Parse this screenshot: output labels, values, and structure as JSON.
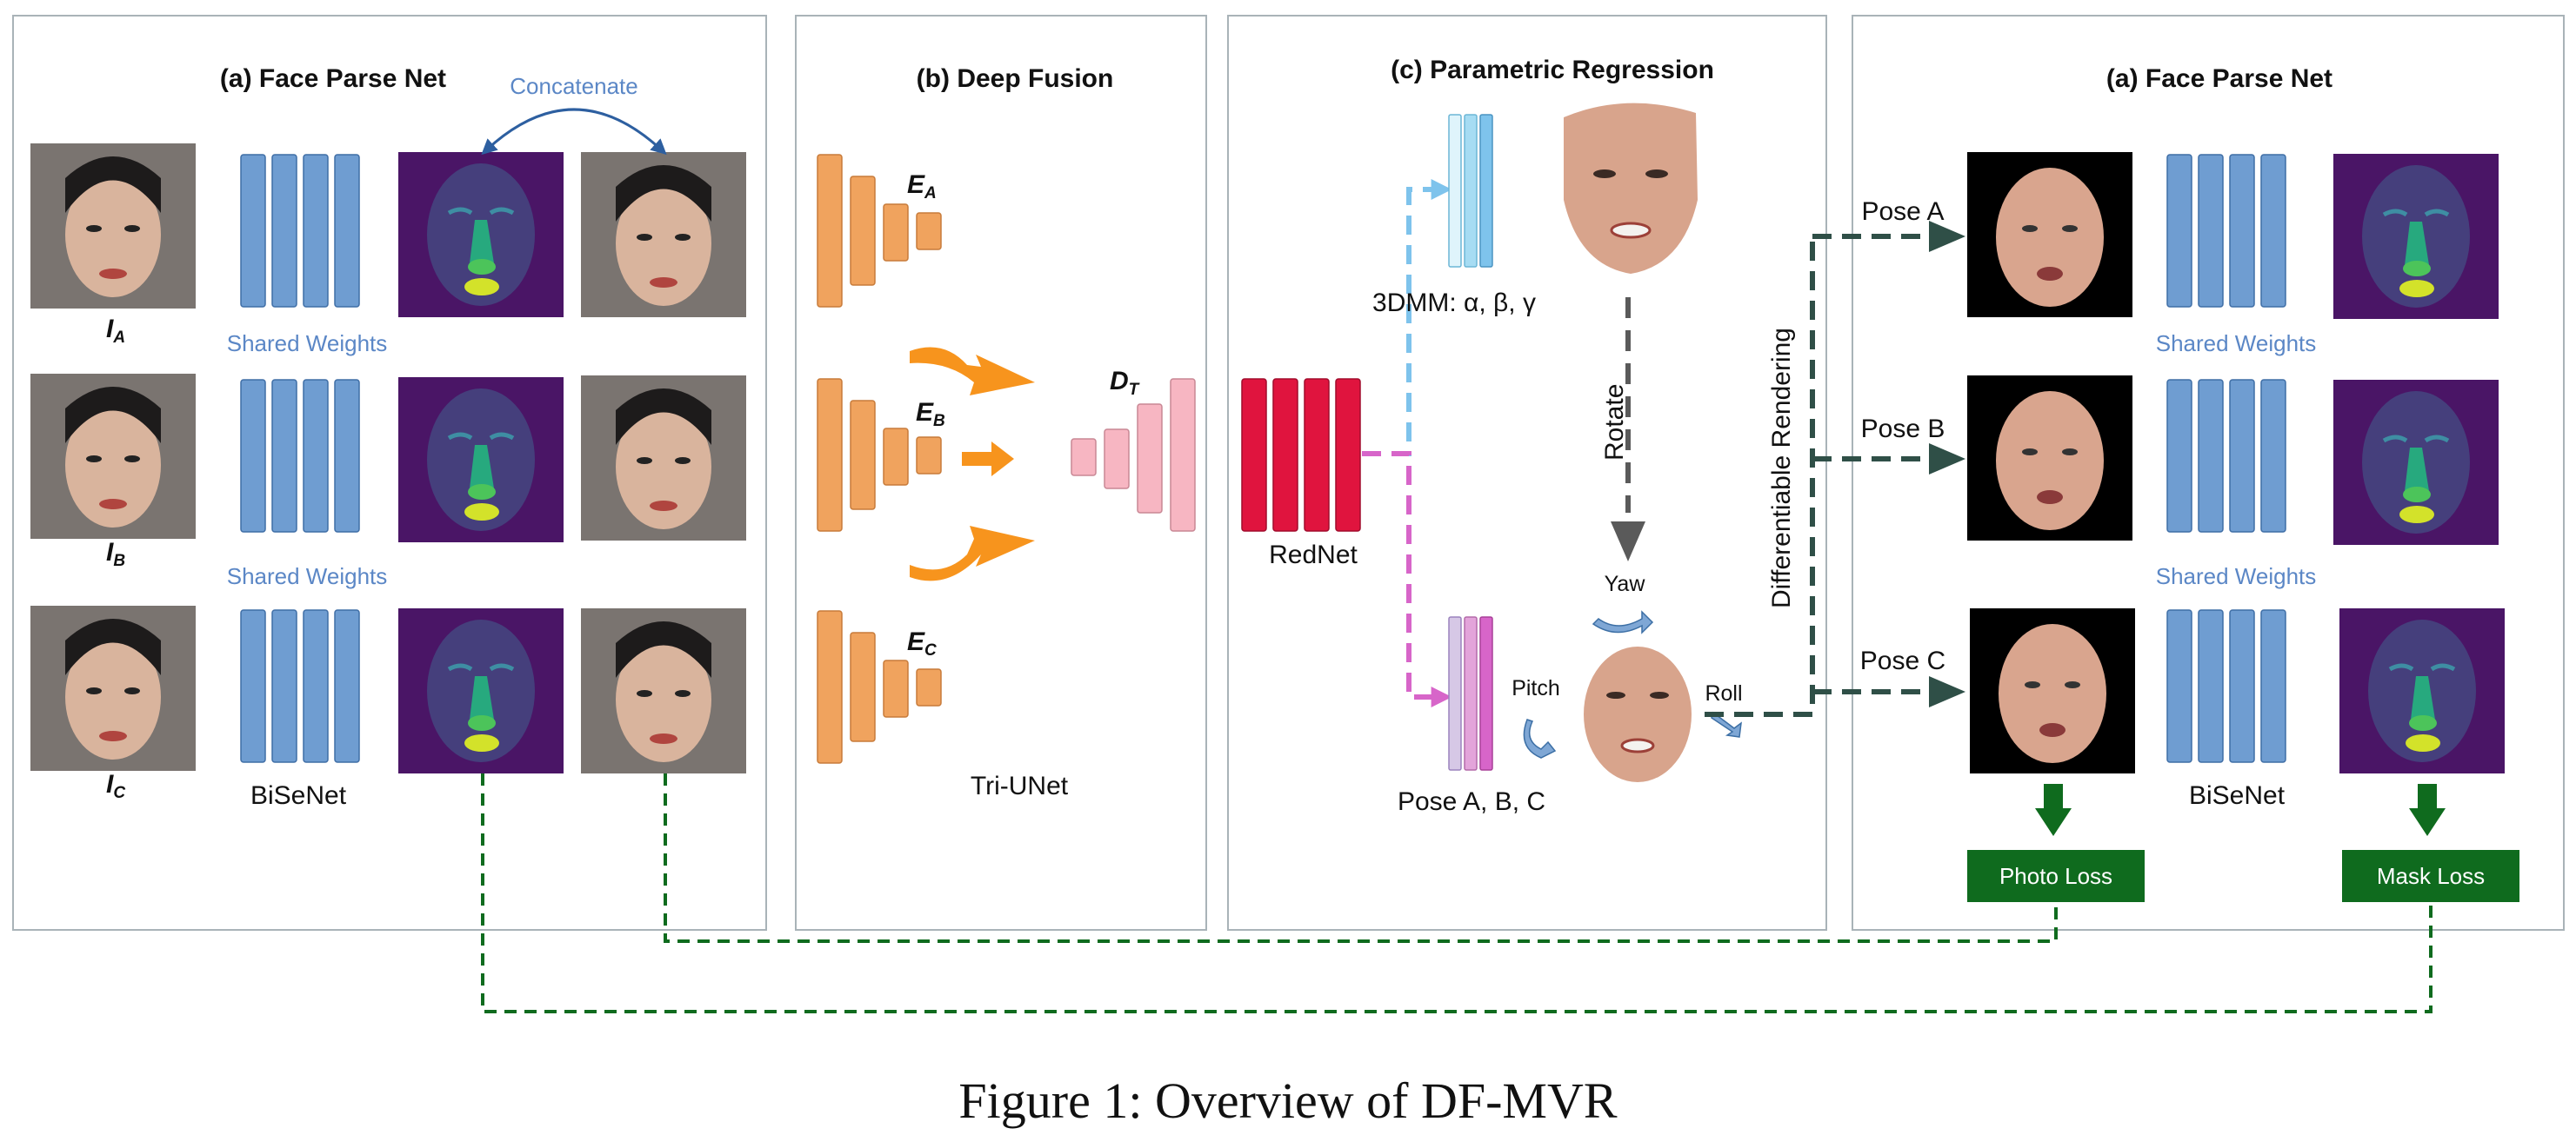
{
  "panels": {
    "face_parse_title_left": "(a) Face Parse Net",
    "deep_fusion_title": "(b) Deep Fusion",
    "parametric_regression_title": "(c) Parametric Regression",
    "face_parse_title_right": "(a) Face Parse Net"
  },
  "face_parse": {
    "concatenate": "Concatenate",
    "shared_weights_1": "Shared Weights",
    "shared_weights_2": "Shared Weights",
    "input_a": "I",
    "input_a_sub": "A",
    "input_b": "I",
    "input_b_sub": "B",
    "input_c": "I",
    "input_c_sub": "C",
    "network": "BiSeNet"
  },
  "deep_fusion": {
    "ea": "E",
    "ea_sub": "A",
    "eb": "E",
    "eb_sub": "B",
    "ec": "E",
    "ec_sub": "C",
    "dt": "D",
    "dt_sub": "T",
    "network": "Tri-UNet"
  },
  "regression": {
    "network": "RedNet",
    "params_3dmm": "3DMM: α, β, γ",
    "rotate": "Rotate",
    "yaw": "Yaw",
    "pitch": "Pitch",
    "roll": "Roll",
    "poses": "Pose A, B, C"
  },
  "render": {
    "differentiable_rendering": "Differentiable Rendering",
    "pose_a": "Pose A",
    "pose_b": "Pose B",
    "pose_c": "Pose C",
    "shared_weights_1": "Shared Weights",
    "shared_weights_2": "Shared Weights",
    "network": "BiSeNet",
    "photo_loss": "Photo Loss",
    "mask_loss": "Mask Loss"
  },
  "caption": "Figure 1: Overview of DF-MVR",
  "colors": {
    "bisenet_blue": "#6f9dd1",
    "encoder_orange": "#f0a35e",
    "decoder_pink": "#f7b6c2",
    "rednet_red": "#e0143e",
    "loss_green": "#0f6b1e",
    "mask_purple": "#4a1566"
  }
}
